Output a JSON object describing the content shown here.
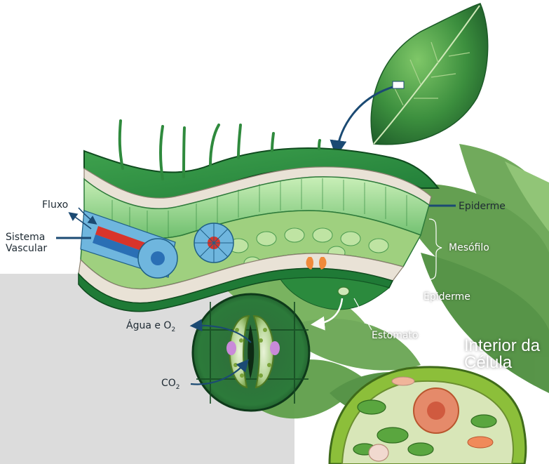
{
  "labels": {
    "fluxo": "Fluxo",
    "sistema_vascular_line1": "Sistema",
    "sistema_vascular_line2": "Vascular",
    "epiderme_top": "Epiderme",
    "mesofilo": "Mesófilo",
    "epiderme_bottom": "Epiderme",
    "estomato": "Estomato",
    "agua_prefix": "Água e O",
    "agua_sub": "2",
    "co2_prefix": "CO",
    "co2_sub": "2",
    "interior_line1": "Interior da",
    "interior_line2": "Célula"
  },
  "colors": {
    "arrow": "#1b4a73",
    "leaf_dark": "#1f6b2f",
    "leaf_mid": "#4da34f",
    "leaf_light": "#a7d98f",
    "epidermis": "#e9e2d6",
    "vascular_blue": "#6fb6de",
    "xylem_red": "#d8342b",
    "background_gray": "#dcdcdc"
  }
}
